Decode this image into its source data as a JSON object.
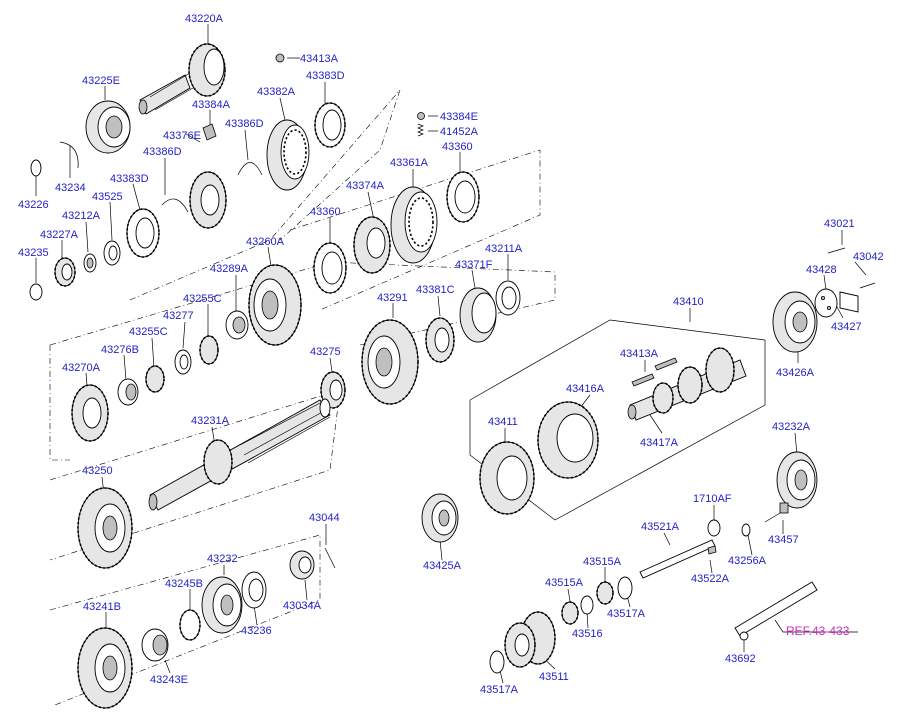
{
  "parts": [
    {
      "id": "p-43220a",
      "label": "43220A"
    },
    {
      "id": "p-43225e",
      "label": "43225E"
    },
    {
      "id": "p-43413a-top",
      "label": "43413A"
    },
    {
      "id": "p-43383d-top",
      "label": "43383D"
    },
    {
      "id": "p-43382a",
      "label": "43382A"
    },
    {
      "id": "p-43384a",
      "label": "43384A"
    },
    {
      "id": "p-43376e",
      "label": "43376E"
    },
    {
      "id": "p-43386d-top",
      "label": "43386D"
    },
    {
      "id": "p-43386d-left",
      "label": "43386D"
    },
    {
      "id": "p-43384e",
      "label": "43384E"
    },
    {
      "id": "p-41452a",
      "label": "41452A"
    },
    {
      "id": "p-43234",
      "label": "43234"
    },
    {
      "id": "p-43383d-left",
      "label": "43383D"
    },
    {
      "id": "p-43226",
      "label": "43226"
    },
    {
      "id": "p-43525",
      "label": "43525"
    },
    {
      "id": "p-43212a",
      "label": "43212A"
    },
    {
      "id": "p-43227a",
      "label": "43227A"
    },
    {
      "id": "p-43235",
      "label": "43235"
    },
    {
      "id": "p-43361a",
      "label": "43361A"
    },
    {
      "id": "p-43360-top",
      "label": "43360"
    },
    {
      "id": "p-43374a",
      "label": "43374A"
    },
    {
      "id": "p-43360-mid",
      "label": "43360"
    },
    {
      "id": "p-43260a",
      "label": "43260A"
    },
    {
      "id": "p-43211a",
      "label": "43211A"
    },
    {
      "id": "p-43371f",
      "label": "43371F"
    },
    {
      "id": "p-43021",
      "label": "43021"
    },
    {
      "id": "p-43042",
      "label": "43042"
    },
    {
      "id": "p-43428",
      "label": "43428"
    },
    {
      "id": "p-43289a",
      "label": "43289A"
    },
    {
      "id": "p-43381c",
      "label": "43381C"
    },
    {
      "id": "p-43291",
      "label": "43291"
    },
    {
      "id": "p-43255c-top",
      "label": "43255C"
    },
    {
      "id": "p-43277",
      "label": "43277"
    },
    {
      "id": "p-43410",
      "label": "43410"
    },
    {
      "id": "p-43427",
      "label": "43427"
    },
    {
      "id": "p-43255c-low",
      "label": "43255C"
    },
    {
      "id": "p-43276b",
      "label": "43276B"
    },
    {
      "id": "p-43413a-mid",
      "label": "43413A"
    },
    {
      "id": "p-43275",
      "label": "43275"
    },
    {
      "id": "p-43270a",
      "label": "43270A"
    },
    {
      "id": "p-43426a",
      "label": "43426A"
    },
    {
      "id": "p-43416a",
      "label": "43416A"
    },
    {
      "id": "p-43231a",
      "label": "43231A"
    },
    {
      "id": "p-43411",
      "label": "43411"
    },
    {
      "id": "p-43417a",
      "label": "43417A"
    },
    {
      "id": "p-43232a",
      "label": "43232A"
    },
    {
      "id": "p-43250",
      "label": "43250"
    },
    {
      "id": "p-1710af",
      "label": "1710AF"
    },
    {
      "id": "p-43044",
      "label": "43044"
    },
    {
      "id": "p-43457",
      "label": "43457"
    },
    {
      "id": "p-43521a",
      "label": "43521A"
    },
    {
      "id": "p-43232",
      "label": "43232"
    },
    {
      "id": "p-43256a",
      "label": "43256A"
    },
    {
      "id": "p-43515a-top",
      "label": "43515A"
    },
    {
      "id": "p-43425a",
      "label": "43425A"
    },
    {
      "id": "p-43522a",
      "label": "43522A"
    },
    {
      "id": "p-43245b",
      "label": "43245B"
    },
    {
      "id": "p-43515a-low",
      "label": "43515A"
    },
    {
      "id": "p-43034a",
      "label": "43034A"
    },
    {
      "id": "p-43241b",
      "label": "43241B"
    },
    {
      "id": "p-43517a-right",
      "label": "43517A"
    },
    {
      "id": "p-43236",
      "label": "43236"
    },
    {
      "id": "p-43516",
      "label": "43516"
    },
    {
      "id": "p-43692",
      "label": "43692"
    },
    {
      "id": "p-43243e",
      "label": "43243E"
    },
    {
      "id": "p-43511",
      "label": "43511"
    },
    {
      "id": "p-43517a-low",
      "label": "43517A"
    }
  ],
  "reference": {
    "label": "REF.43-433"
  },
  "colors": {
    "label": "#2323c8",
    "reference": "#d02cc8",
    "line": "#000000"
  }
}
